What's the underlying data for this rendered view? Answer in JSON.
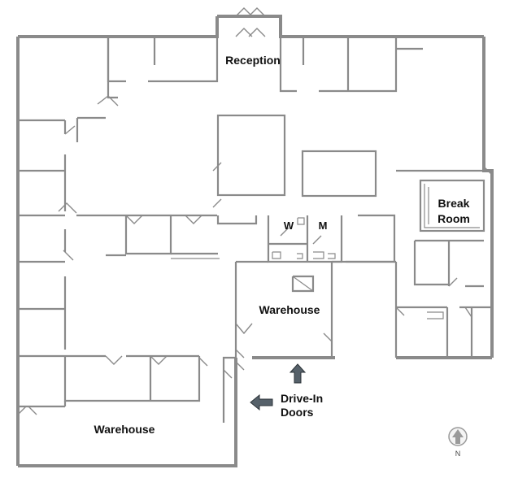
{
  "labels": {
    "reception": "Reception",
    "break_room_line1": "Break",
    "break_room_line2": "Room",
    "restroom_w": "W",
    "restroom_m": "M",
    "warehouse_center": "Warehouse",
    "warehouse_south": "Warehouse",
    "drive_in_line1": "Drive-In",
    "drive_in_line2": "Doors"
  },
  "compass": {
    "north_label": "N"
  },
  "colors": {
    "wall": "#8a8a8a",
    "arrow_fill": "#56616a",
    "text": "#111111"
  }
}
